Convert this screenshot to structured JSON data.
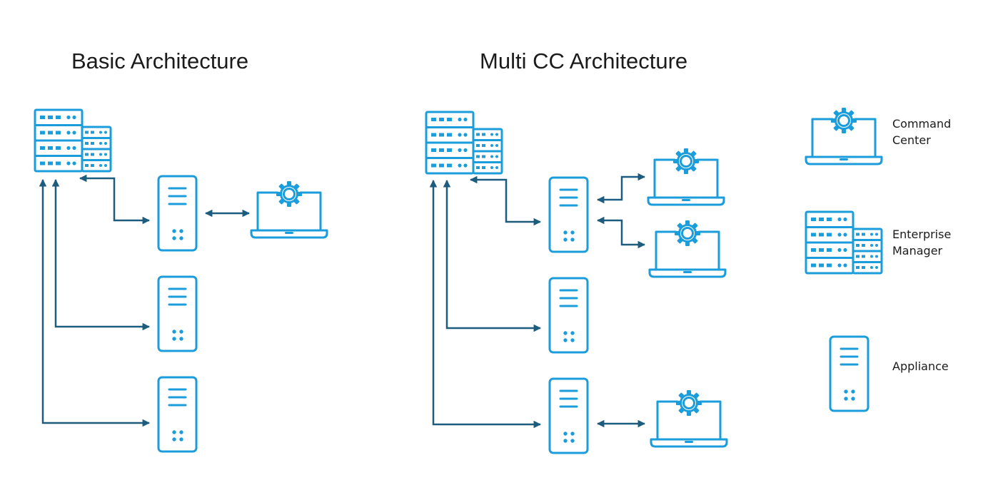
{
  "titles": {
    "basic": "Basic Architecture",
    "multi": "Multi CC Architecture"
  },
  "legend": {
    "command_center": "Command\nCenter",
    "enterprise_manager": "Enterprise\nManager",
    "appliance": "Appliance"
  },
  "colors": {
    "icon": "#1b9ddb",
    "connector": "#1d5c7c",
    "text": "#1b1b1b"
  },
  "icons": [
    "enterprise-manager-icon",
    "appliance-icon",
    "command-center-icon"
  ]
}
